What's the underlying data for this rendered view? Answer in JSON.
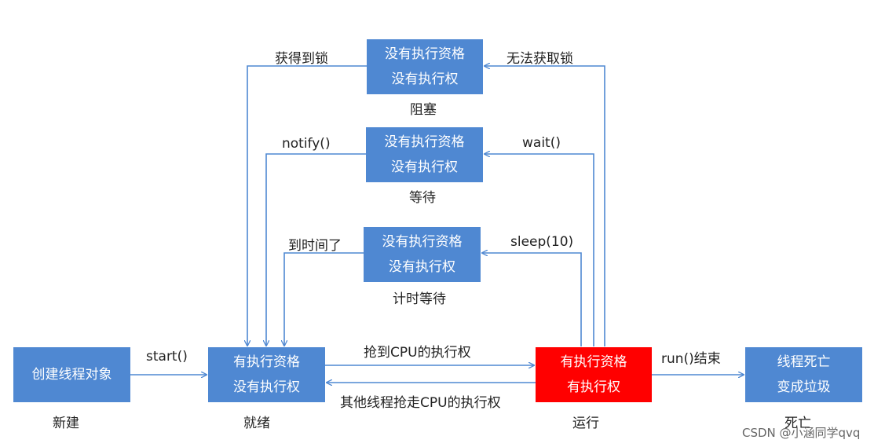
{
  "colors": {
    "box": "#4f88d2",
    "running": "#ff0000",
    "arrow": "#4f88d2"
  },
  "states": {
    "new": {
      "line1": "创建线程对象",
      "caption": "新建"
    },
    "ready": {
      "line1": "有执行资格",
      "line2": "没有执行权",
      "caption": "就绪"
    },
    "running": {
      "line1": "有执行资格",
      "line2": "有执行权",
      "caption": "运行"
    },
    "blocked": {
      "line1": "没有执行资格",
      "line2": "没有执行权",
      "caption": "阻塞"
    },
    "waiting": {
      "line1": "没有执行资格",
      "line2": "没有执行权",
      "caption": "等待"
    },
    "timed_waiting": {
      "line1": "没有执行资格",
      "line2": "没有执行权",
      "caption": "计时等待"
    },
    "dead": {
      "line1": "线程死亡",
      "line2": "变成垃圾",
      "caption": "死亡"
    }
  },
  "transitions": {
    "start": "start()",
    "grab_cpu": "抢到CPU的执行权",
    "lose_cpu": "其他线程抢走CPU的执行权",
    "run_end": "run()结束",
    "cannot_lock": "无法获取锁",
    "got_lock": "获得到锁",
    "wait": "wait()",
    "notify": "notify()",
    "sleep": "sleep(10)",
    "time_up": "到时间了"
  },
  "watermark": "CSDN @小涵同学qvq"
}
